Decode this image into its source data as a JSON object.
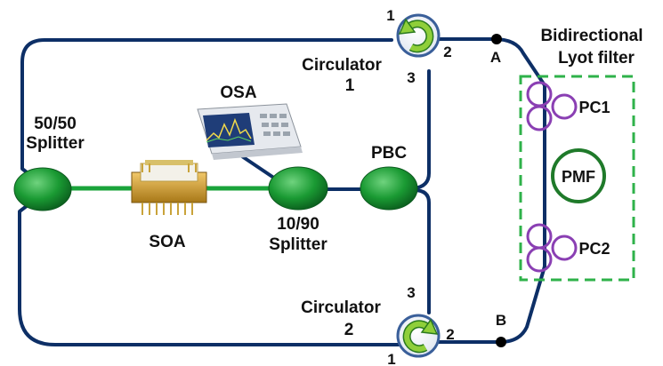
{
  "labels": {
    "splitter_5050_line1": "50/50",
    "splitter_5050_line2": "Splitter",
    "osa": "OSA",
    "soa": "SOA",
    "pbc": "PBC",
    "splitter_1090_line1": "10/90",
    "splitter_1090_line2": "Splitter",
    "circ1_line1": "Circulator",
    "circ1_line2": "1",
    "circ2_line1": "Circulator",
    "circ2_line2": "2",
    "circ1_port1": "1",
    "circ1_port2": "2",
    "circ1_port3": "3",
    "circ2_port1": "1",
    "circ2_port2": "2",
    "circ2_port3": "3",
    "point_a": "A",
    "point_b": "B",
    "lyot_line1": "Bidirectional",
    "lyot_line2": "Lyot filter",
    "pc1": "PC1",
    "pc2": "PC2",
    "pmf": "PMF"
  },
  "colors": {
    "fiber": "#0d2f66",
    "coupler_green": "#1a9a33",
    "pmf_ring": "#1f7a2a",
    "pc_loops": "#8a3fb3",
    "filter_box": "#2fb24a",
    "arrow_green": "#8fcf3a",
    "circulator_rim": "#3a5f9a"
  },
  "icons": {
    "circulator": "circular-arrow-icon",
    "osa": "spectrum-analyzer-icon",
    "soa": "butterfly-package-icon"
  }
}
